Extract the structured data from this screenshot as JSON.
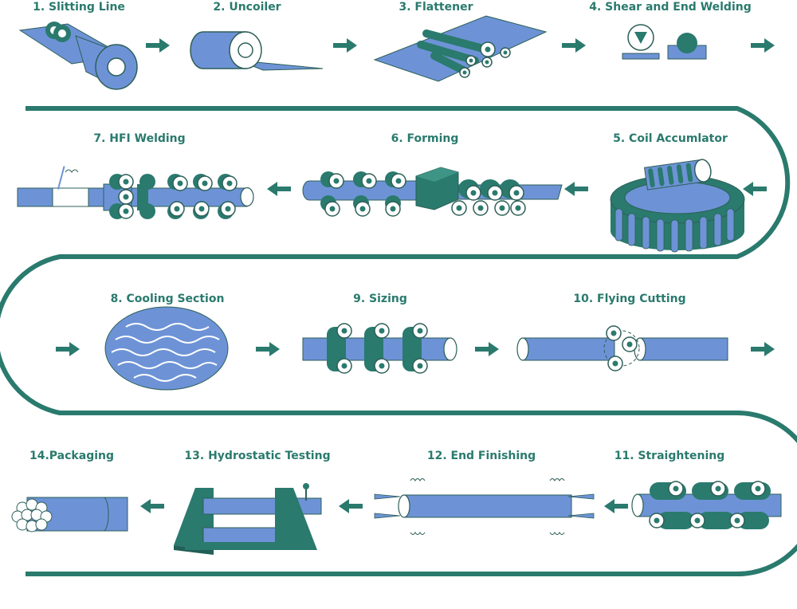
{
  "colors": {
    "teal": "#2a7a6e",
    "blue": "#6d93d6",
    "outline": "#2d5f58",
    "paper": "#ffffff"
  },
  "steps": [
    {
      "label": "1. Slitting Line"
    },
    {
      "label": "2. Uncoiler"
    },
    {
      "label": "3. Flattener"
    },
    {
      "label": "4. Shear and End Welding"
    },
    {
      "label": "5. Coil Accumlator"
    },
    {
      "label": "6. Forming"
    },
    {
      "label": "7. HFI Welding"
    },
    {
      "label": "8. Cooling Section"
    },
    {
      "label": "9. Sizing"
    },
    {
      "label": "10. Flying Cutting"
    },
    {
      "label": "11. Straightening"
    },
    {
      "label": "12. End Finishing"
    },
    {
      "label": "13. Hydrostatic Testing"
    },
    {
      "label": "14.Packaging"
    }
  ],
  "icons": [
    "arrow-right-icon",
    "arrow-left-icon"
  ]
}
